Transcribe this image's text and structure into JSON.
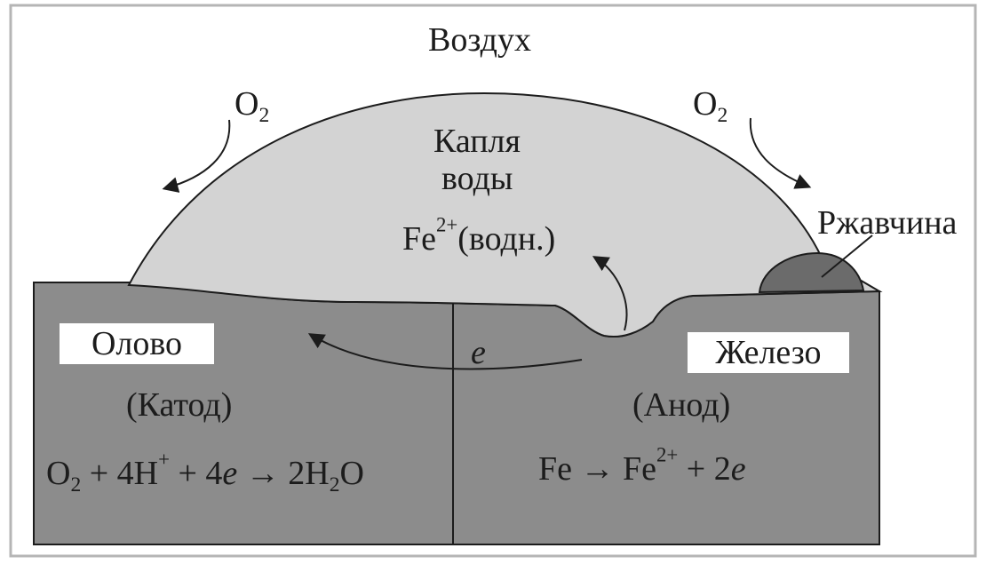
{
  "colors": {
    "frame": "#b5b5b5",
    "metal": "#8c8c8c",
    "droplet": "#d3d3d3",
    "rust": "#6b6b6b",
    "outline": "#1c1c1c",
    "label_bg": "#ffffff"
  },
  "labels": {
    "air": "Воздух",
    "drop_line1": "Капля",
    "drop_line2": "воды",
    "fe_ion_base": "Fe",
    "fe_ion_charge": "2+",
    "fe_ion_state": "(водн.)",
    "rust": "Ржавчина",
    "oxygen_left_base": "O",
    "oxygen_left_sub": "2",
    "oxygen_right_base": "O",
    "oxygen_right_sub": "2",
    "tin": "Олово",
    "cathode": "(Катод)",
    "iron": "Железо",
    "anode": "(Анод)",
    "electron": "e"
  },
  "cathode_equation": {
    "o": "O",
    "o_sub": "2",
    "plus_4h": " + 4H",
    "h_sup": "+",
    "plus_4": " + 4",
    "e": "e",
    "arrow": " → 2H",
    "h_sub": "2",
    "o_end": "O"
  },
  "anode_equation": {
    "fe": "Fe → Fe",
    "fe_sup": "2+",
    "plus_2": " + 2",
    "e": "e"
  },
  "icons": [
    "oxygen-left-arrow-icon",
    "oxygen-right-arrow-icon",
    "electron-flow-arrow-icon",
    "ion-release-arrow-icon",
    "rust-pointer-icon"
  ]
}
